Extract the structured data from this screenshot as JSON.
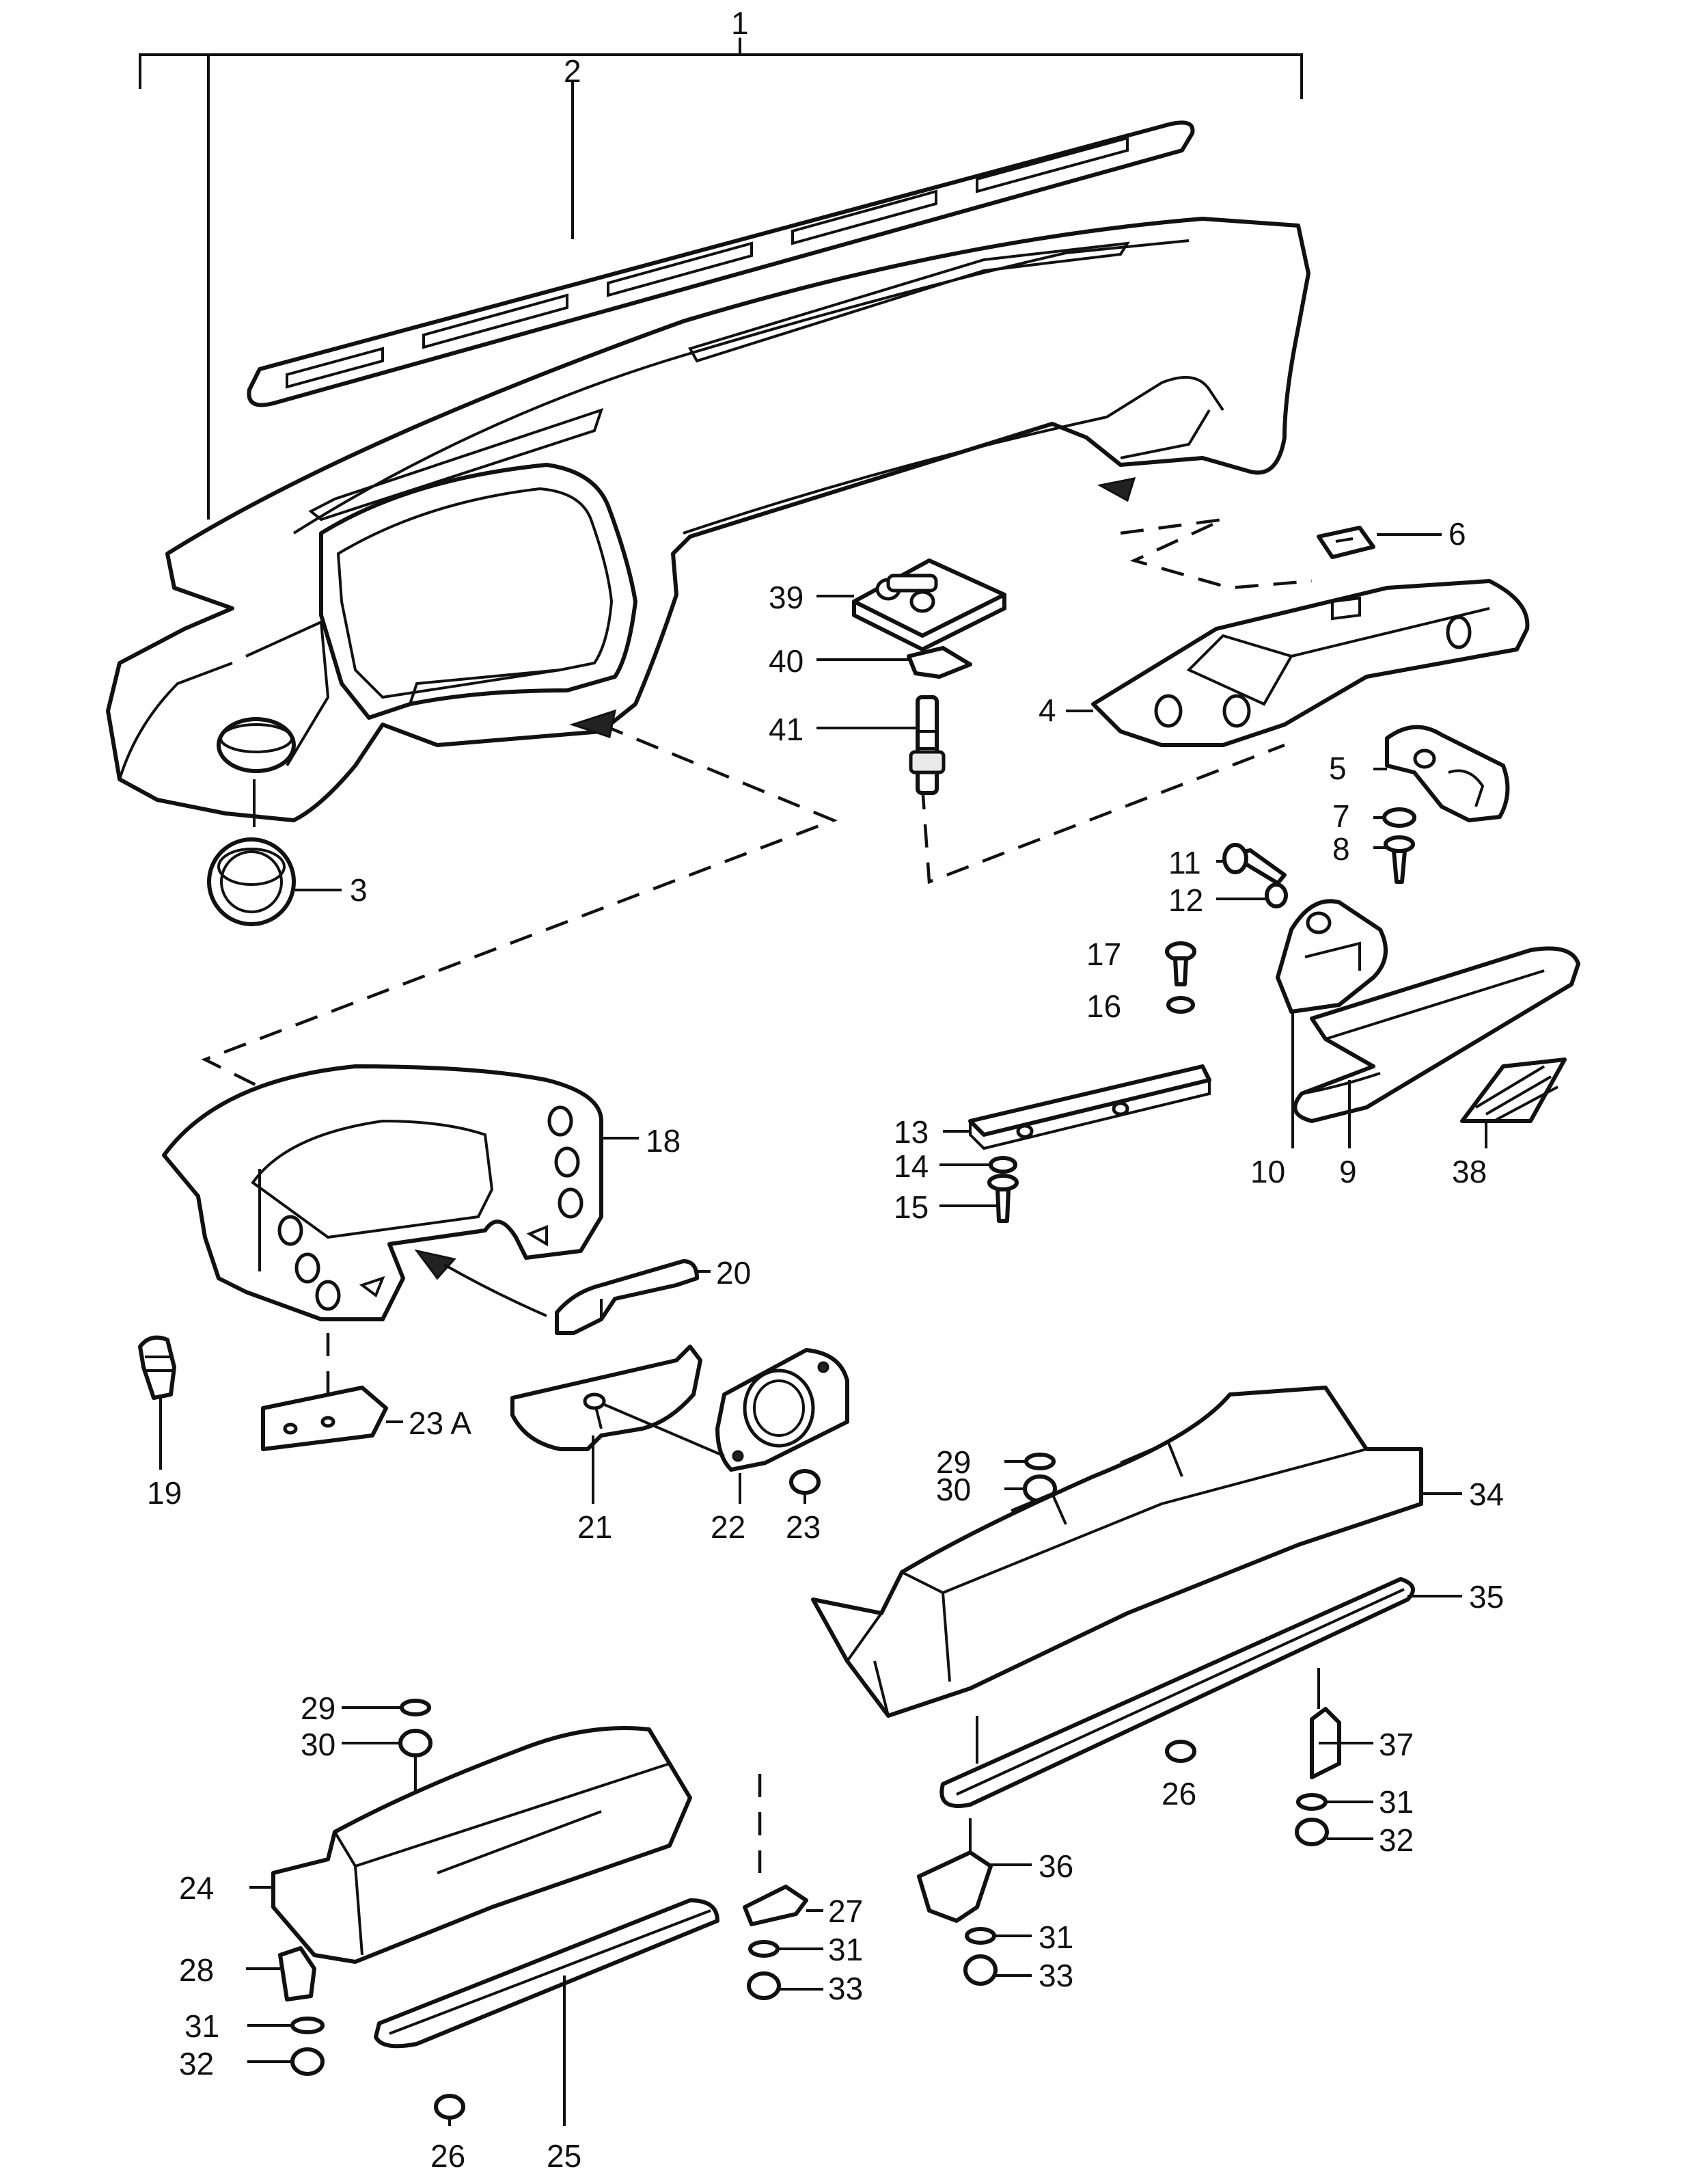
{
  "labels": {
    "p1": "1",
    "p2": "2",
    "p3": "3",
    "p4": "4",
    "p5": "5",
    "p6": "6",
    "p7": "7",
    "p8": "8",
    "p9": "9",
    "p10": "10",
    "p11": "11",
    "p12": "12",
    "p13": "13",
    "p14": "14",
    "p15": "15",
    "p16": "16",
    "p17": "17",
    "p18": "18",
    "p19": "19",
    "p20": "20",
    "p21": "21",
    "p22": "22",
    "p23": "23",
    "p23a": "23 A",
    "p24": "24",
    "p25": "25",
    "p26a": "26",
    "p26b": "26",
    "p27": "27",
    "p28": "28",
    "p29a": "29",
    "p29b": "29",
    "p30a": "30",
    "p30b": "30",
    "p31a": "31",
    "p31b": "31",
    "p31c": "31",
    "p31d": "31",
    "p32a": "32",
    "p32b": "32",
    "p33a": "33",
    "p33b": "33",
    "p34": "34",
    "p35": "35",
    "p36": "36",
    "p37": "37",
    "p38": "38",
    "p39": "39",
    "p40": "40",
    "p41": "41"
  }
}
